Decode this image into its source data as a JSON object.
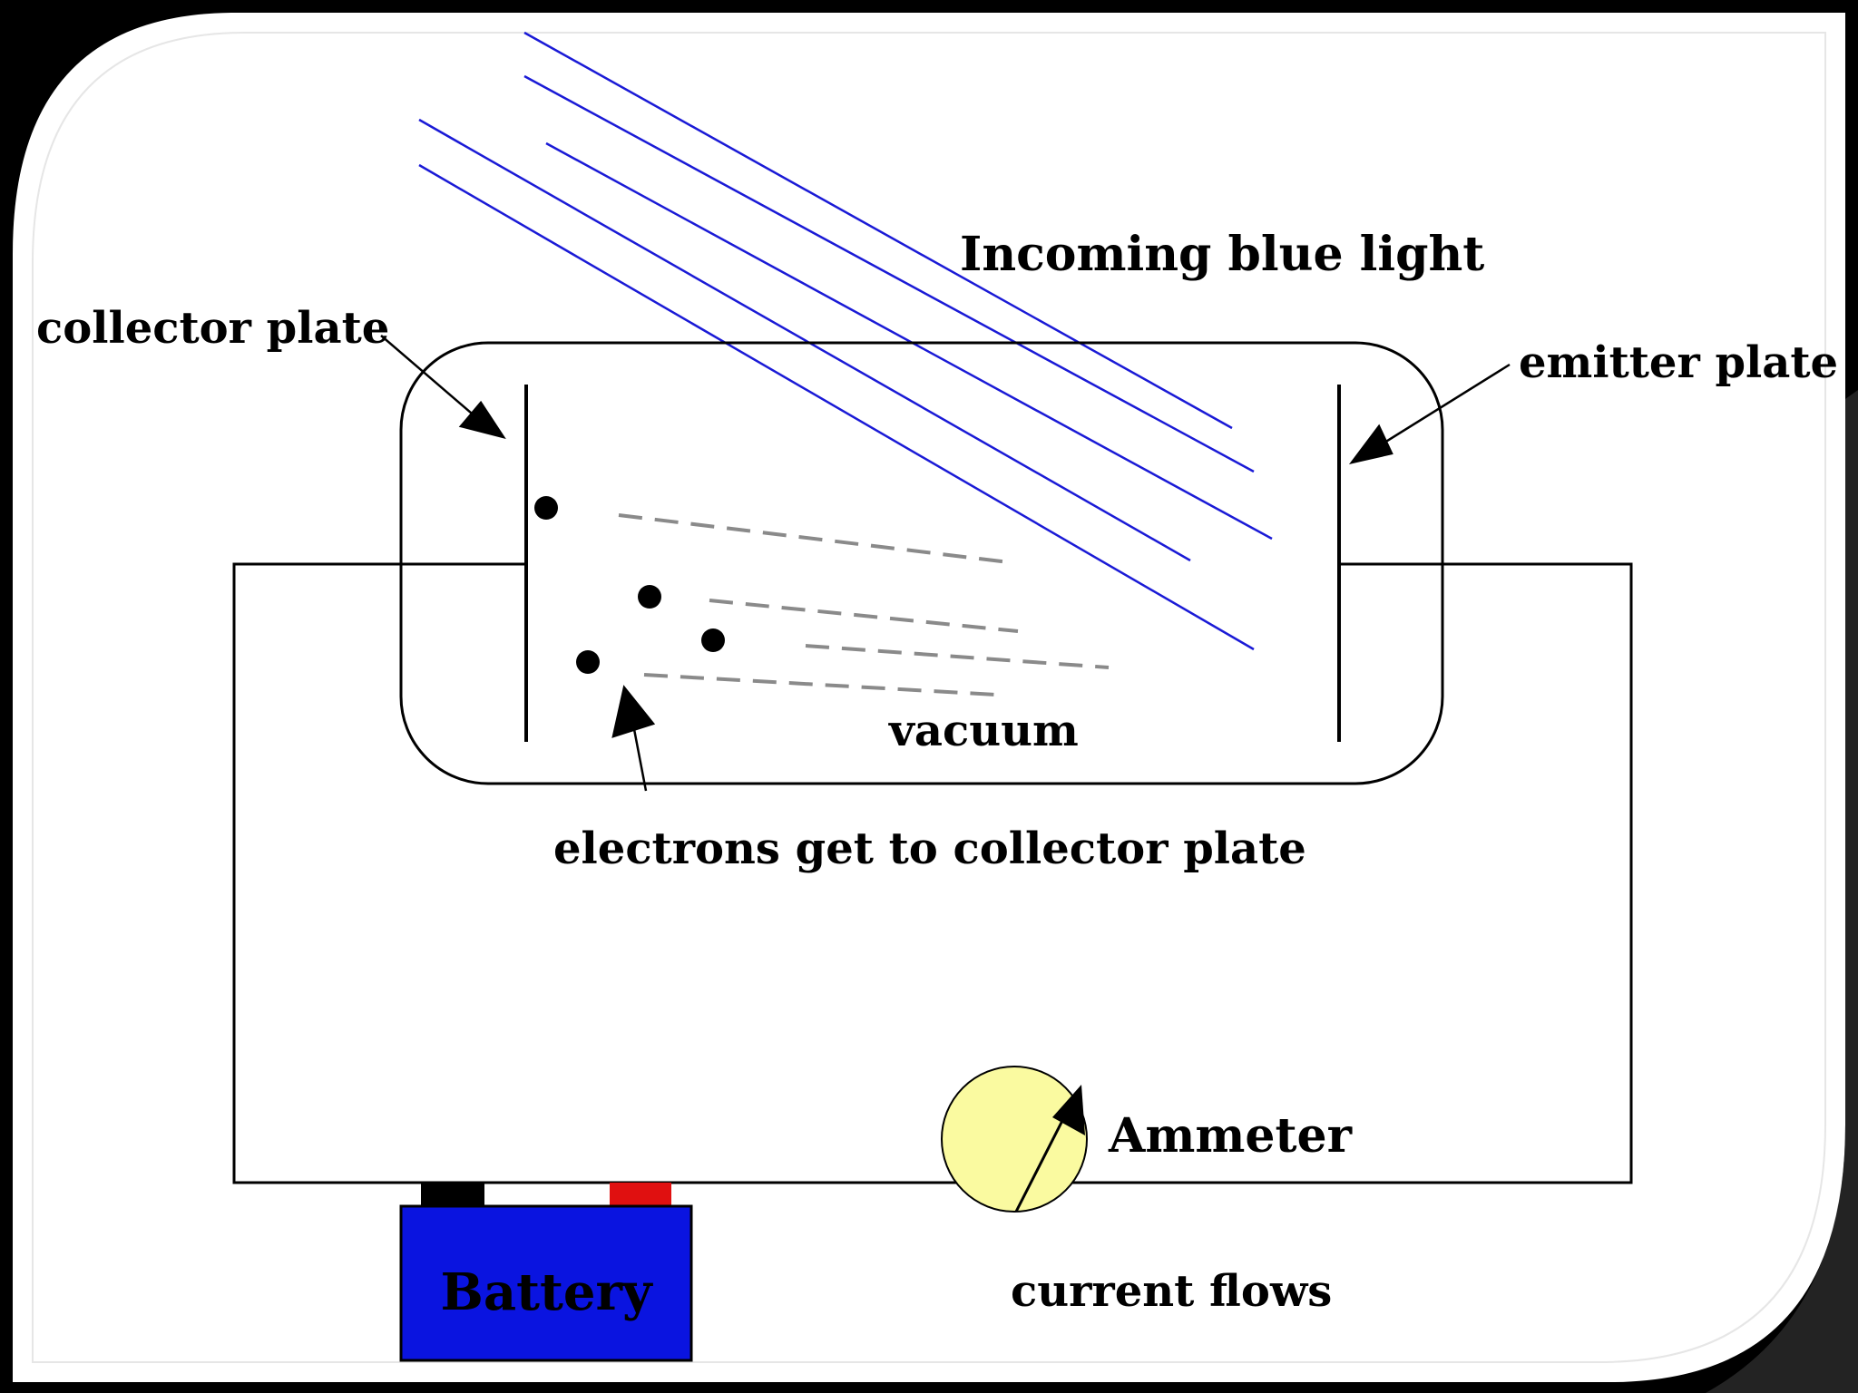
{
  "labels": {
    "incoming_light": "Incoming blue light",
    "collector_plate": "collector plate",
    "emitter_plate": "emitter plate",
    "vacuum": "vacuum",
    "electrons": "electrons get to collector plate",
    "ammeter": "Ammeter",
    "battery": "Battery",
    "current": "current flows"
  },
  "colors": {
    "light_rays": "#1a1ad6",
    "battery_body": "#0a14e0",
    "battery_positive_terminal": "#e01010",
    "battery_negative_terminal": "#000000",
    "ammeter_face": "#fafaa0",
    "electron_trails": "#8a8a8a"
  }
}
